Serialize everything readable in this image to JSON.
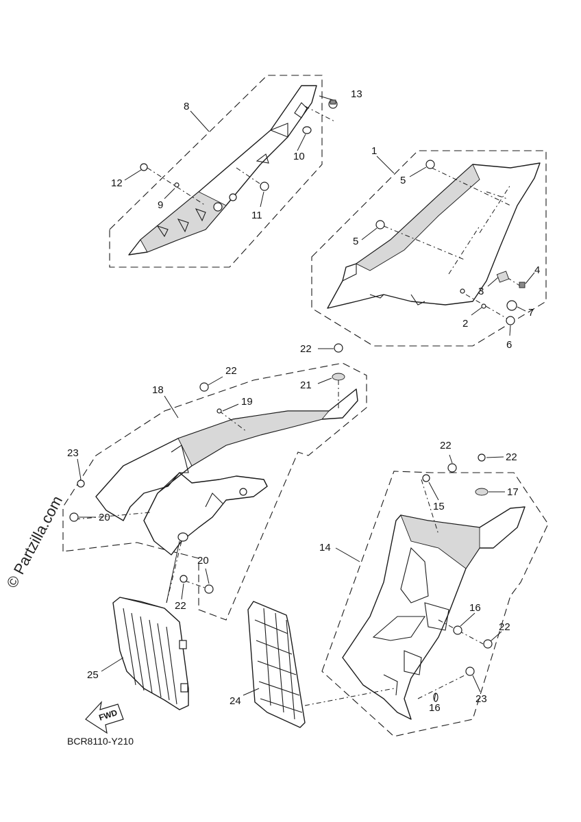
{
  "diagram_code": "BCR8110-Y210",
  "watermark": "© Partzilla.com",
  "direction_arrow_label": "FWD",
  "callouts": [
    {
      "id": "c1",
      "label": "1"
    },
    {
      "id": "c2",
      "label": "2"
    },
    {
      "id": "c3",
      "label": "3"
    },
    {
      "id": "c4",
      "label": "4"
    },
    {
      "id": "c5a",
      "label": "5"
    },
    {
      "id": "c5b",
      "label": "5"
    },
    {
      "id": "c6",
      "label": "6"
    },
    {
      "id": "c7",
      "label": "7"
    },
    {
      "id": "c8",
      "label": "8"
    },
    {
      "id": "c9",
      "label": "9"
    },
    {
      "id": "c10",
      "label": "10"
    },
    {
      "id": "c11",
      "label": "11"
    },
    {
      "id": "c12",
      "label": "12"
    },
    {
      "id": "c13",
      "label": "13"
    },
    {
      "id": "c14",
      "label": "14"
    },
    {
      "id": "c15",
      "label": "15"
    },
    {
      "id": "c16a",
      "label": "16"
    },
    {
      "id": "c16b",
      "label": "16"
    },
    {
      "id": "c17",
      "label": "17"
    },
    {
      "id": "c18",
      "label": "18"
    },
    {
      "id": "c19",
      "label": "19"
    },
    {
      "id": "c20a",
      "label": "20"
    },
    {
      "id": "c20b",
      "label": "20"
    },
    {
      "id": "c21",
      "label": "21"
    },
    {
      "id": "c22a",
      "label": "22"
    },
    {
      "id": "c22b",
      "label": "22"
    },
    {
      "id": "c22c",
      "label": "22"
    },
    {
      "id": "c22d",
      "label": "22"
    },
    {
      "id": "c22e",
      "label": "22"
    },
    {
      "id": "c22f",
      "label": "22"
    },
    {
      "id": "c23a",
      "label": "23"
    },
    {
      "id": "c23b",
      "label": "23"
    },
    {
      "id": "c24",
      "label": "24"
    },
    {
      "id": "c25",
      "label": "25"
    }
  ]
}
